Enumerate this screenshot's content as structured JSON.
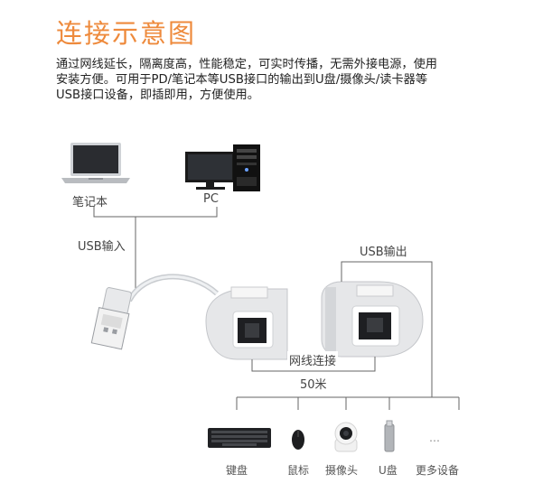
{
  "title": "连接示意图",
  "description_lines": [
    "通过网线延长，隔离度高，性能稳定，可实时传播，无需外接电源，使用",
    "安装方便。可用于PD/笔记本等USB接口的输出到U盘/摄像头/读卡器等",
    "USB接口设备，即插即用，方便使用。"
  ],
  "hosts": {
    "laptop": "笔记本",
    "pc": "PC"
  },
  "usb_in": "USB输入",
  "usb_out": "USB输出",
  "cable": "网线连接",
  "distance": "50米",
  "devices": {
    "keyboard": "键盘",
    "mouse": "鼠标",
    "camera": "摄像头",
    "udisk": "U盘",
    "more_dots": "…",
    "more": "更多设备"
  },
  "colors": {
    "title": "#ee8a3c",
    "text": "#222222",
    "line": "#555555"
  }
}
